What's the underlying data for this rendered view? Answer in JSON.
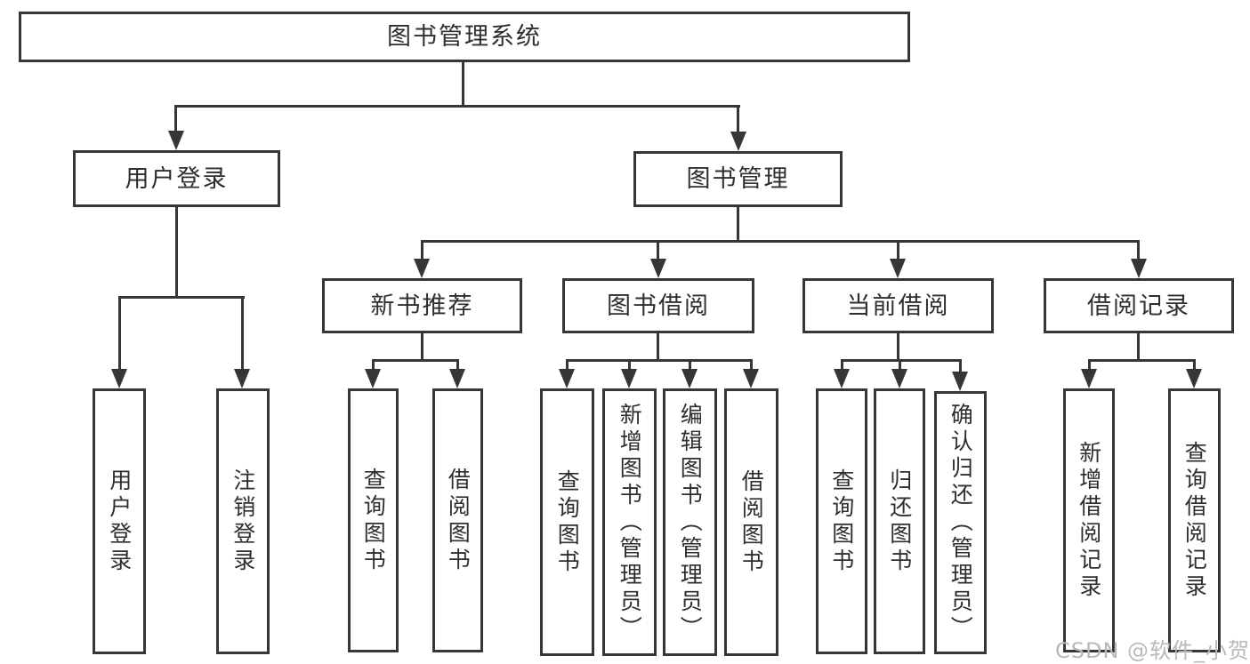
{
  "tree": {
    "root": "图书管理系统",
    "branches": [
      {
        "label": "用户登录",
        "children": [
          {
            "label": "用户登录"
          },
          {
            "label": "注销登录"
          }
        ]
      },
      {
        "label": "图书管理",
        "children": [
          {
            "label": "新书推荐",
            "children": [
              {
                "label": "查询图书"
              },
              {
                "label": "借阅图书"
              }
            ]
          },
          {
            "label": "图书借阅",
            "children": [
              {
                "label": "查询图书"
              },
              {
                "label": "新增图书（管理员）"
              },
              {
                "label": "编辑图书（管理员）"
              },
              {
                "label": "借阅图书"
              }
            ]
          },
          {
            "label": "当前借阅",
            "children": [
              {
                "label": "查询图书"
              },
              {
                "label": "归还图书"
              },
              {
                "label": "确认归还（管理员）"
              }
            ]
          },
          {
            "label": "借阅记录",
            "children": [
              {
                "label": "新增借阅记录"
              },
              {
                "label": "查询借阅记录"
              }
            ]
          }
        ]
      }
    ]
  },
  "watermark": "CSDN @软件_小贺同学",
  "colors": {
    "line": "#363636",
    "text": "#2e2e2e",
    "watermark": "#b9b9b9",
    "background": "#ffffff"
  }
}
